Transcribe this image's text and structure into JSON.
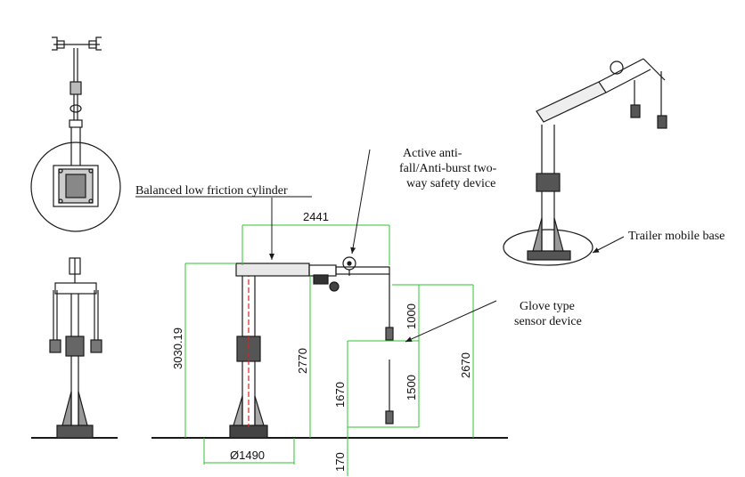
{
  "colors": {
    "line": "#1a1a1a",
    "dimension": "#2ec42e",
    "centerline": "#e02020",
    "background": "#ffffff"
  },
  "labels": {
    "cylinder": "Balanced low friction cylinder",
    "safety_line1": "Active anti-",
    "safety_line2": "fall/Anti-burst two-",
    "safety_line3": "way safety device",
    "trailer": "Trailer mobile base",
    "glove_line1": "Glove type",
    "glove_line2": "sensor device"
  },
  "dimensions": {
    "reach": "2441",
    "total_height": "3030.19",
    "pillar_height": "2770",
    "base_diameter": "Ø1490",
    "hook_upper_height": "2670",
    "hook_lower_height": "1670",
    "stroke_upper": "1000",
    "stroke_lower": "1500",
    "floor_offset": "170"
  }
}
